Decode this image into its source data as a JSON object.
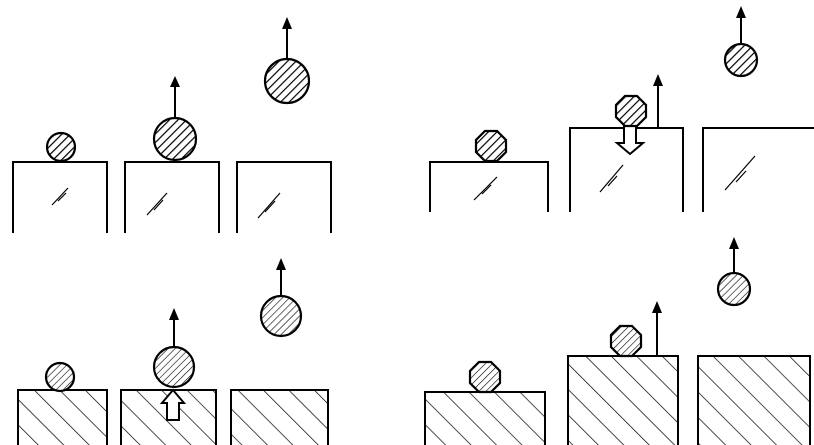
{
  "figure": {
    "panels": [
      {
        "name": "panel-top-left",
        "particle_shape": "circle",
        "particle_fill": "dense-hatch",
        "substrate": "glass",
        "stages": 3
      },
      {
        "name": "panel-top-right",
        "particle_shape": "octagon",
        "particle_fill": "dense-hatch",
        "substrate": "glass",
        "stages": 3,
        "has_push_arrow": true
      },
      {
        "name": "panel-bottom-left",
        "particle_shape": "circle",
        "particle_fill": "sparse-hatch",
        "substrate": "hatched",
        "stages": 3,
        "has_push_arrow": true
      },
      {
        "name": "panel-bottom-right",
        "particle_shape": "octagon",
        "particle_fill": "sparse-hatch",
        "substrate": "hatched",
        "stages": 3
      }
    ],
    "icons": [
      "up-arrow-icon",
      "down-arrow-icon",
      "circle-particle-icon",
      "octagon-particle-icon"
    ]
  }
}
